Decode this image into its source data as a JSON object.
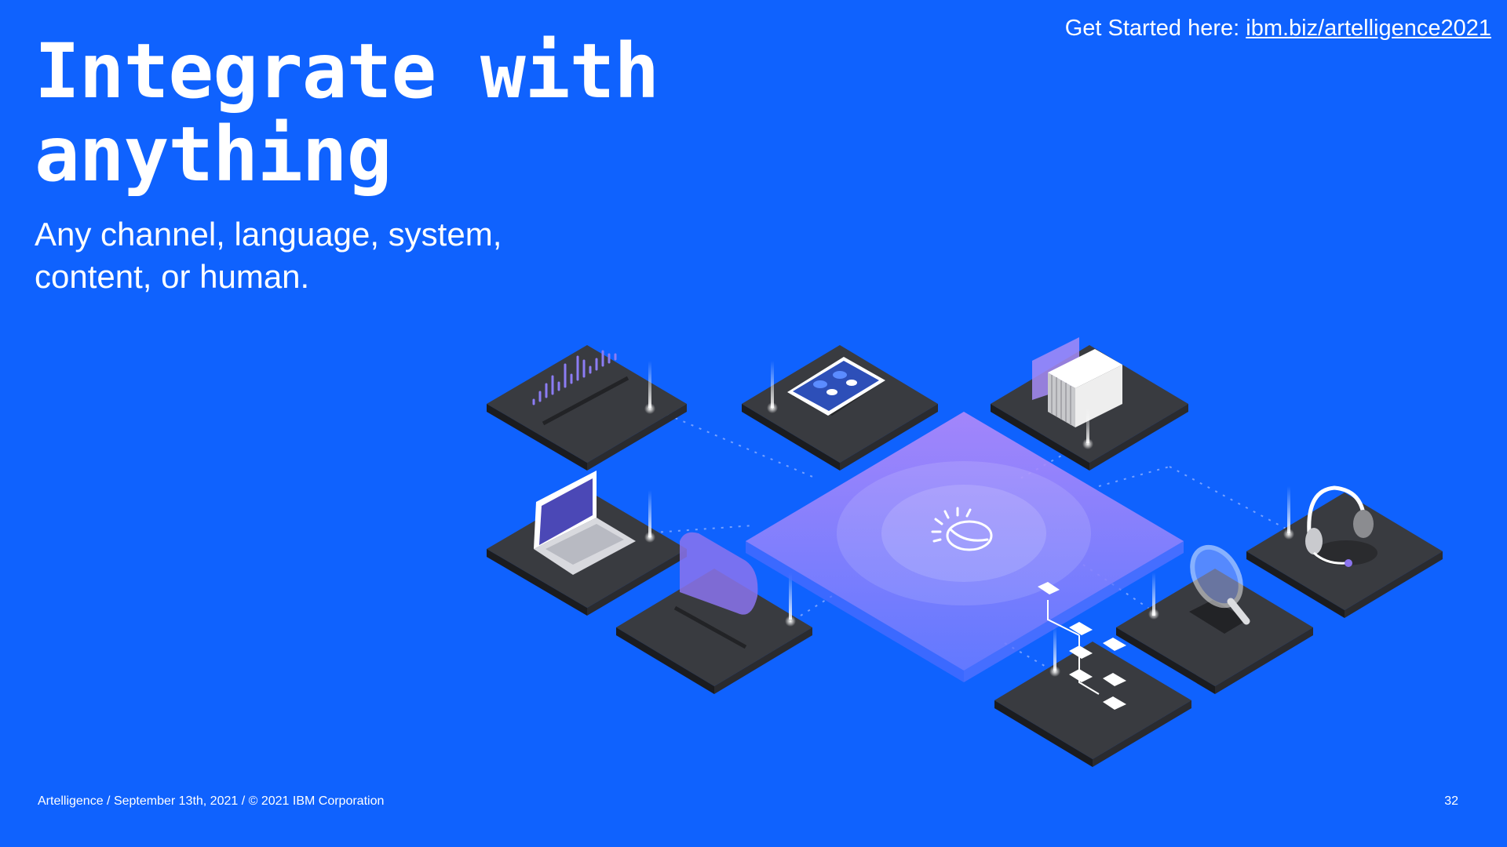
{
  "slide": {
    "title_lines": [
      "Integrate with",
      "anything"
    ],
    "subtitle_lines": [
      "Any channel, language, system,",
      "content, or human."
    ],
    "get_started_label": "Get Started here:",
    "get_started_link": "ibm.biz/artelligence2021",
    "footer": "Artelligence / September 13th, 2021 / © 2021 IBM Corporation",
    "page_number": "32"
  },
  "illustration": {
    "center_icon": "ibm-watson-icon",
    "tiles": [
      "audio-waveform-icon",
      "mobile-chat-icon",
      "document-stack-icon",
      "laptop-icon",
      "speech-bubble-icon",
      "headset-icon",
      "magnifier-icon",
      "flowchart-icon"
    ]
  },
  "colors": {
    "background": "#0f62fe",
    "text": "#ffffff",
    "tile_top": "#393b40",
    "tile_side": "#1b1c1f",
    "hub_glow": "#b08cf8"
  }
}
